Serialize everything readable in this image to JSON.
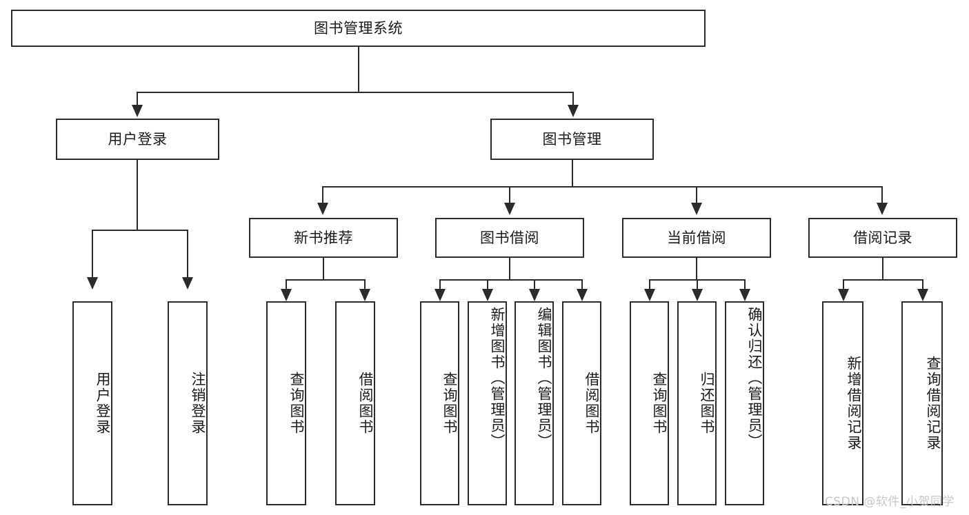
{
  "diagram": {
    "type": "tree-hierarchy",
    "title": "图书管理系统",
    "root": {
      "label": "图书管理系统"
    },
    "level2": [
      {
        "label": "用户登录"
      },
      {
        "label": "图书管理"
      }
    ],
    "level3": [
      {
        "label": "新书推荐",
        "parent": "图书管理"
      },
      {
        "label": "图书借阅",
        "parent": "图书管理"
      },
      {
        "label": "当前借阅",
        "parent": "图书管理"
      },
      {
        "label": "借阅记录",
        "parent": "图书管理"
      }
    ],
    "leaves": {
      "user_login": [
        {
          "label": "用户登录"
        },
        {
          "label": "注销登录"
        }
      ],
      "new_book_recommend": [
        {
          "label": "查询图书"
        },
        {
          "label": "借阅图书"
        }
      ],
      "book_borrow": [
        {
          "label": "查询图书"
        },
        {
          "label": "新增图书（管理员）"
        },
        {
          "label": "编辑图书（管理员）"
        },
        {
          "label": "借阅图书"
        }
      ],
      "current_borrow": [
        {
          "label": "查询图书"
        },
        {
          "label": "归还图书"
        },
        {
          "label": "确认归还（管理员）"
        }
      ],
      "borrow_records": [
        {
          "label": "新增借阅记录"
        },
        {
          "label": "查询借阅记录"
        }
      ]
    }
  },
  "watermark": {
    "text": "CSDN @软件_小贺同学"
  },
  "colors": {
    "stroke": "#2b2b2b",
    "background": "#ffffff",
    "text": "#1a1a1a",
    "watermark": "#c8c8c8"
  }
}
